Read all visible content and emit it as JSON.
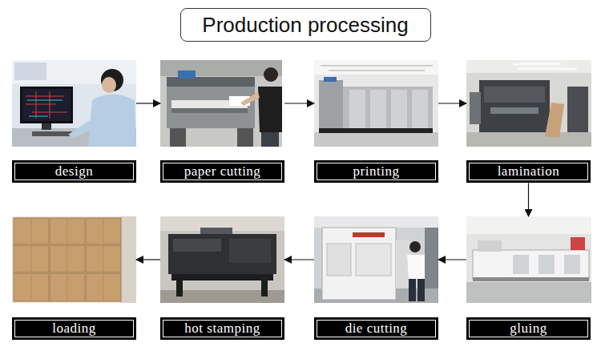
{
  "diagram": {
    "title": "Production processing",
    "nodes": [
      {
        "text": [
          "design"
        ]
      },
      {
        "text": [
          "paper cutting"
        ]
      },
      {
        "text": [
          "printing"
        ]
      },
      {
        "text": [
          "lamination"
        ]
      },
      {
        "text": [
          "gluing"
        ]
      },
      {
        "text": [
          "die cutting"
        ]
      },
      {
        "text": [
          "hot stamping"
        ]
      },
      {
        "text": [
          "loading"
        ]
      }
    ],
    "edges": [
      {
        "from": 0,
        "to": 1,
        "arrow": "to"
      },
      {
        "from": 1,
        "to": 2,
        "arrow": "to"
      },
      {
        "from": 2,
        "to": 3,
        "arrow": "to"
      },
      {
        "from": 3,
        "to": 4,
        "arrow": "to"
      },
      {
        "from": 4,
        "to": 5,
        "arrow": "to"
      },
      {
        "from": 5,
        "to": 6,
        "arrow": "to"
      },
      {
        "from": 6,
        "to": 7,
        "arrow": "to"
      }
    ]
  }
}
